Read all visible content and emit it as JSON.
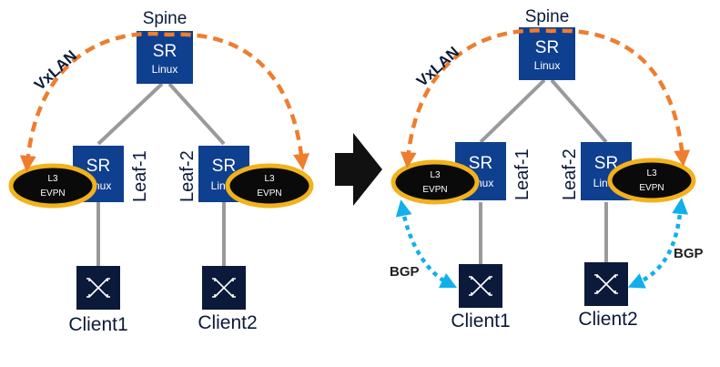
{
  "colors": {
    "node_fill": "#0f3f8f",
    "client_fill": "#0b1a3a",
    "link": "#9a9a9a",
    "vxlan_arc": "#ef7d2e",
    "bgp_arc": "#12b0ea",
    "evpn_fill": "#0a0a0a",
    "evpn_ring": "#f2b21b",
    "arrow": "#111111"
  },
  "left": {
    "spine": {
      "label": "Spine",
      "title": "SR",
      "sub": "Linux"
    },
    "leaf1": {
      "label": "Leaf-1",
      "title": "SR",
      "sub": "Linux"
    },
    "leaf2": {
      "label": "Leaf-2",
      "title": "SR",
      "sub": "Linux"
    },
    "evpn1": {
      "line1": "L3",
      "line2": "EVPN"
    },
    "evpn2": {
      "line1": "L3",
      "line2": "EVPN"
    },
    "client1": {
      "label": "Client1",
      "icon": "switch-icon"
    },
    "client2": {
      "label": "Client2",
      "icon": "switch-icon"
    },
    "vxlan_label": "VxLAN"
  },
  "right": {
    "spine": {
      "label": "Spine",
      "title": "SR",
      "sub": "Linux"
    },
    "leaf1": {
      "label": "Leaf-1",
      "title": "SR",
      "sub": "Linux"
    },
    "leaf2": {
      "label": "Leaf-2",
      "title": "SR",
      "sub": "Linux"
    },
    "evpn1": {
      "line1": "L3",
      "line2": "EVPN"
    },
    "evpn2": {
      "line1": "L3",
      "line2": "EVPN"
    },
    "client1": {
      "label": "Client1",
      "icon": "switch-icon"
    },
    "client2": {
      "label": "Client2",
      "icon": "switch-icon"
    },
    "vxlan_label": "VxLAN",
    "bgp_left": "BGP",
    "bgp_right": "BGP"
  }
}
